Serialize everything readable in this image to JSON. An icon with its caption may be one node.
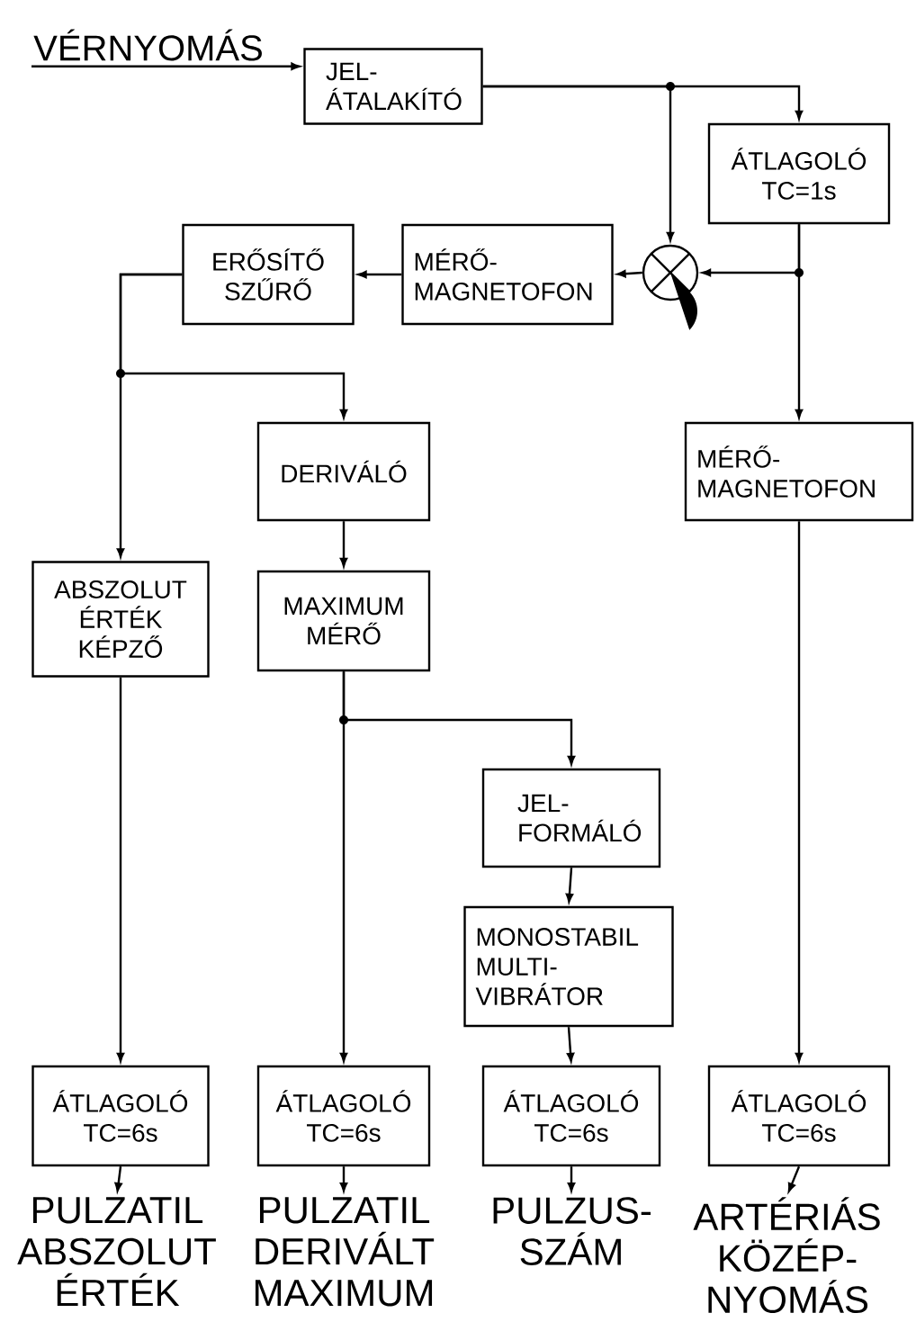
{
  "diagram": {
    "nodes": [
      {
        "text": [
          "VÉRNYOMÁS"
        ]
      },
      {
        "text": [
          "JEL- ÁTALAKÍTÓ"
        ]
      },
      {
        "text": [
          "ÁTLAGOLÓ TC=1s"
        ]
      },
      {
        "text": [],
        "shape": "circle"
      },
      {
        "text": [
          "MÉRŐ- MAGNETOFON"
        ]
      },
      {
        "text": [
          "ERŐSÍTŐ SZŰRŐ"
        ]
      },
      {
        "text": [
          "DERIVÁLÓ"
        ]
      },
      {
        "text": [
          "MÉRŐ- MAGNETOFON"
        ]
      },
      {
        "text": [
          "ABSZOLUT ÉRTÉK KÉPZŐ"
        ]
      },
      {
        "text": [
          "MAXIMUM MÉRŐ"
        ]
      },
      {
        "text": [
          "JEL- FORMÁLÓ"
        ]
      },
      {
        "text": [
          "MONOSTABIL MULTI- VIBRÁTOR"
        ]
      },
      {
        "text": [
          "ÁTLAGOLÓ TC=6s"
        ]
      },
      {
        "text": [
          "ÁTLAGOLÓ TC=6s"
        ]
      },
      {
        "text": [
          "ÁTLAGOLÓ TC=6s"
        ]
      },
      {
        "text": [
          "ÁTLAGOLÓ TC=6s"
        ]
      },
      {
        "text": [
          "PULZATIL ABSZOLUT ÉRTÉK"
        ]
      },
      {
        "text": [
          "PULZATIL DERIVÁLT MAXIMUM"
        ]
      },
      {
        "text": [
          "PULZUS- SZÁM"
        ]
      },
      {
        "text": [
          "ARTÉRIÁS KÖZÉP- NYOMÁS"
        ]
      }
    ],
    "edges": [
      {
        "from": 0,
        "to": 1,
        "arrow": "to"
      },
      {
        "from": 1,
        "to": 2,
        "arrow": "to"
      },
      {
        "from": 1,
        "to": 3,
        "arrow": "to"
      },
      {
        "from": 2,
        "to": 3,
        "arrow": "to"
      },
      {
        "from": 2,
        "to": 7,
        "arrow": "to"
      },
      {
        "from": 3,
        "to": 4,
        "arrow": "to"
      },
      {
        "from": 4,
        "to": 5,
        "arrow": "to"
      },
      {
        "from": 5,
        "to": 8,
        "arrow": "to"
      },
      {
        "from": 5,
        "to": 6,
        "arrow": "to"
      },
      {
        "from": 6,
        "to": 9,
        "arrow": "to"
      },
      {
        "from": 9,
        "to": 13,
        "arrow": "to"
      },
      {
        "from": 9,
        "to": 10,
        "arrow": "to"
      },
      {
        "from": 10,
        "to": 11,
        "arrow": "to"
      },
      {
        "from": 11,
        "to": 14,
        "arrow": "to"
      },
      {
        "from": 8,
        "to": 12,
        "arrow": "to"
      },
      {
        "from": 7,
        "to": 15,
        "arrow": "to"
      },
      {
        "from": 12,
        "to": 16,
        "arrow": "to"
      },
      {
        "from": 13,
        "to": 17,
        "arrow": "to"
      },
      {
        "from": 14,
        "to": 18,
        "arrow": "to"
      },
      {
        "from": 15,
        "to": 19,
        "arrow": "to"
      }
    ]
  }
}
